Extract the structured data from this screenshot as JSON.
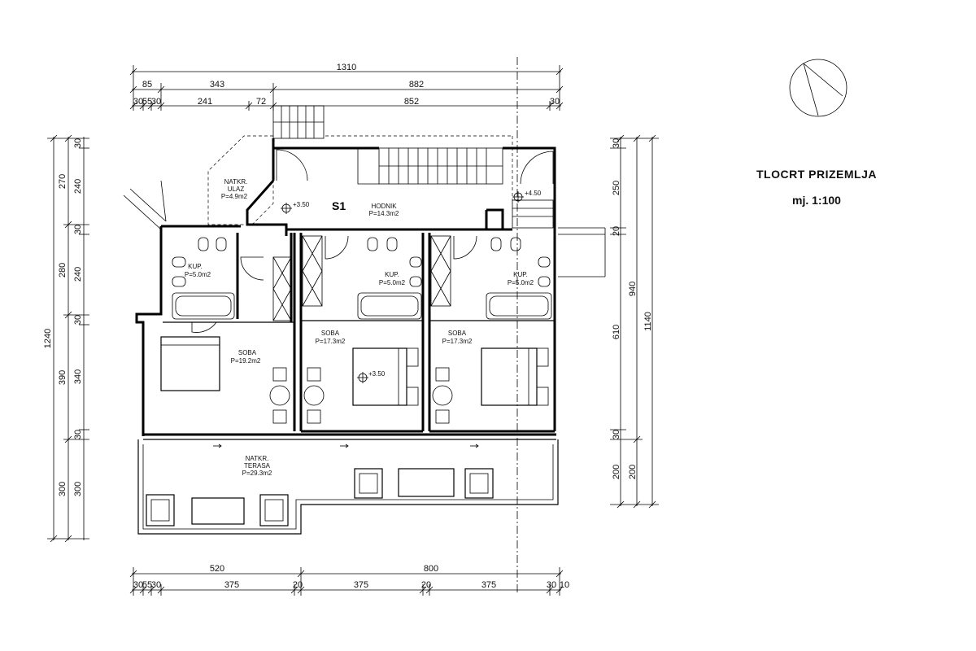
{
  "title": {
    "heading": "TLOCRT PRIZEMLJA",
    "scale": "mj. 1:100"
  },
  "unit_label": "S1",
  "rooms": {
    "entry": {
      "name1": "NATKR.",
      "name2": "ULAZ",
      "area": "P=4.9m2"
    },
    "hall": {
      "name": "HODNIK",
      "area": "P=14.3m2"
    },
    "bath1": {
      "name": "KUP.",
      "area": "P=5.0m2"
    },
    "bath2": {
      "name": "KUP.",
      "area": "P=5.0m2"
    },
    "bath3": {
      "name": "KUP.",
      "area": "P=5.0m2"
    },
    "room1": {
      "name": "SOBA",
      "area": "P=19.2m2"
    },
    "room2": {
      "name": "SOBA",
      "area": "P=17.3m2"
    },
    "room3": {
      "name": "SOBA",
      "area": "P=17.3m2"
    },
    "terrace": {
      "name1": "NATKR.",
      "name2": "TERASA",
      "area": "P=29.3m2"
    }
  },
  "levels": {
    "hall": "+3.50",
    "stair": "+4.50",
    "room2": "+3.50"
  },
  "dims_top": {
    "total": "1310",
    "row2": [
      "85",
      "343",
      "882"
    ],
    "row3": [
      "30",
      "55",
      "30",
      "241",
      "72",
      "852",
      "30"
    ]
  },
  "dims_bottom": {
    "row1": [
      "520",
      "800"
    ],
    "row2": [
      "30",
      "55",
      "30",
      "375",
      "20",
      "375",
      "20",
      "375",
      "30",
      "10"
    ]
  },
  "dims_left": {
    "total": "1240",
    "row2": [
      "270",
      "280",
      "390",
      "300"
    ],
    "row3": [
      "30",
      "240",
      "30",
      "240",
      "30",
      "340",
      "30",
      "300"
    ]
  },
  "dims_right": {
    "total": "1140",
    "row2": [
      "940",
      "200"
    ],
    "row3": [
      "30",
      "250",
      "20",
      "610",
      "30",
      "200"
    ]
  }
}
